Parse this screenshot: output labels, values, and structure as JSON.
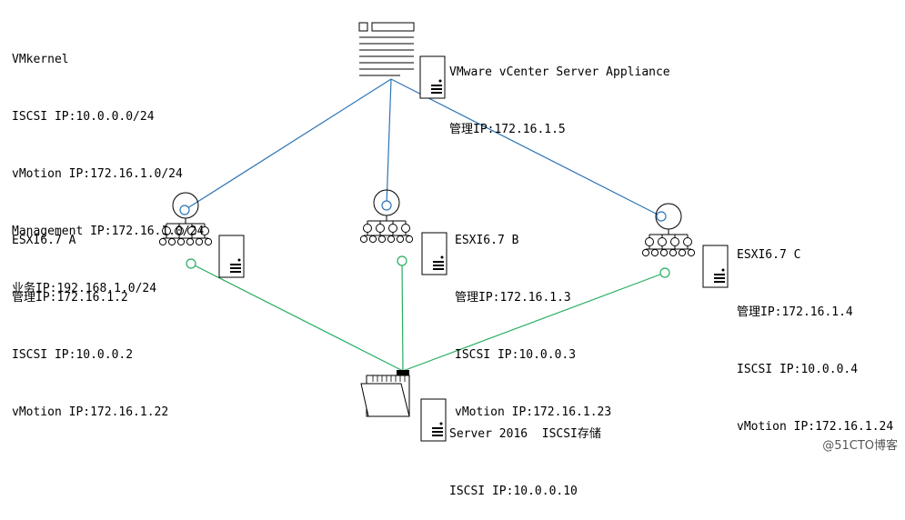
{
  "colors": {
    "management_link": "#2e75b6",
    "storage_link": "#27ae60",
    "icon_stroke": "#000000",
    "background": "#ffffff"
  },
  "vmkernel": {
    "title": "VMkernel",
    "lines": [
      "ISCSI IP:10.0.0.0/24",
      "vMotion IP:172.16.1.0/24",
      "Management IP:172.16.1.0/24",
      "业务IP:192.168.1.0/24"
    ]
  },
  "vcenter": {
    "name": "VMware vCenter Server Appliance",
    "ip": "管理IP:172.16.1.5",
    "icons": [
      "document-icon",
      "server-tower-icon"
    ]
  },
  "hosts": [
    {
      "name": "ESXI6.7 A",
      "mgmt": "管理IP:172.16.1.2",
      "iscsi": "ISCSI IP:10.0.0.2",
      "vmotion": "vMotion IP:172.16.1.22"
    },
    {
      "name": "ESXI6.7 B",
      "mgmt": "管理IP:172.16.1.3",
      "iscsi": "ISCSI IP:10.0.0.3",
      "vmotion": "vMotion IP:172.16.1.23"
    },
    {
      "name": "ESXI6.7 C",
      "mgmt": "管理IP:172.16.1.4",
      "iscsi": "ISCSI IP:10.0.0.4",
      "vmotion": "vMotion IP:172.16.1.24"
    }
  ],
  "storage": {
    "name": "Server 2016  ISCSI存储",
    "ip": "ISCSI IP:10.0.0.10",
    "icons": [
      "folder-icon",
      "server-tower-icon"
    ]
  },
  "watermark": "@51CTO博客"
}
